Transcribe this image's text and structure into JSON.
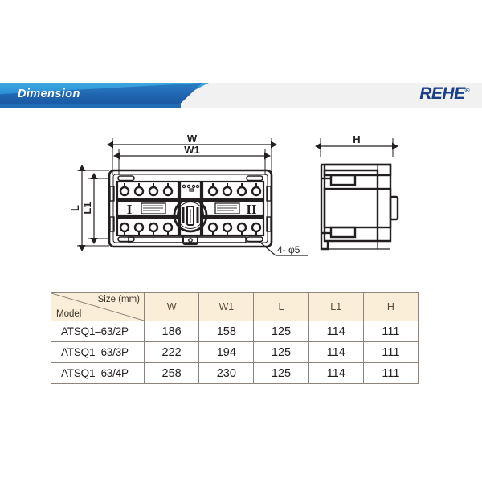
{
  "banner": {
    "title": "Dimension",
    "brand": "REHE",
    "brand_tm": "®",
    "accent_light": "#2e92d5",
    "accent_dark": "#1f62ae",
    "brand_color": "#1b3f86"
  },
  "drawing": {
    "front_view": {
      "dim_w_label": "W",
      "dim_w1_label": "W1",
      "dim_l_label": "L",
      "dim_l1_label": "L1",
      "left_marker": "I",
      "right_marker": "II",
      "hole_callout": "4- φ5"
    },
    "side_view": {
      "dim_h_label": "H"
    }
  },
  "table": {
    "header": {
      "corner_size": "Size (mm)",
      "corner_model": "Model",
      "columns": [
        "W",
        "W1",
        "L",
        "L1",
        "H"
      ]
    },
    "rows": [
      {
        "model": "ATSQ1–63/2P",
        "values": [
          "186",
          "158",
          "125",
          "114",
          "111"
        ]
      },
      {
        "model": "ATSQ1–63/3P",
        "values": [
          "222",
          "194",
          "125",
          "114",
          "111"
        ]
      },
      {
        "model": "ATSQ1–63/4P",
        "values": [
          "258",
          "230",
          "125",
          "114",
          "111"
        ]
      }
    ],
    "header_bg": "#fbeed9",
    "border_color": "#8d837a"
  }
}
